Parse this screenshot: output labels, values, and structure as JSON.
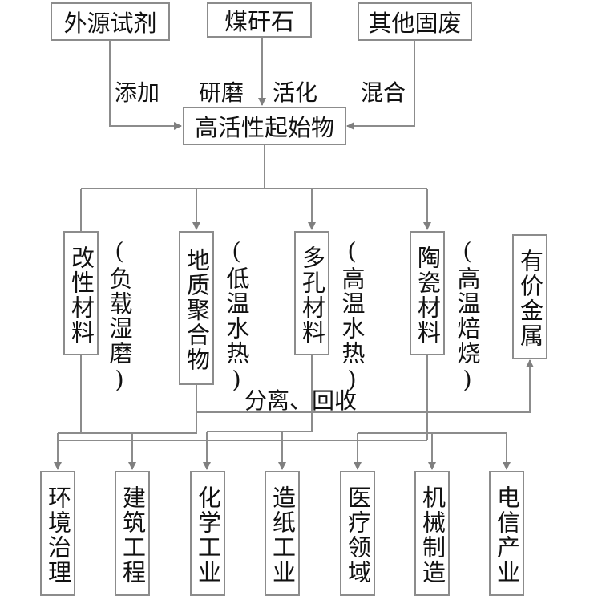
{
  "sources": [
    {
      "id": "reagent",
      "label": "外源试剂"
    },
    {
      "id": "coal_gangue",
      "label": "煤矸石"
    },
    {
      "id": "other_waste",
      "label": "其他固废"
    }
  ],
  "process_labels": {
    "add": "添加",
    "grind": "研磨",
    "activate": "活化",
    "mix": "混合"
  },
  "center": {
    "label": "高活性起始物"
  },
  "materials": [
    {
      "id": "modified",
      "label": "改性材料",
      "method": "(负载湿磨)"
    },
    {
      "id": "geopolymer",
      "label": "地质聚合物",
      "method": "(低温水热)"
    },
    {
      "id": "porous",
      "label": "多孔材料",
      "method": "(高温水热)"
    },
    {
      "id": "ceramic",
      "label": "陶瓷材料",
      "method": "(高温焙烧)"
    }
  ],
  "recovery": {
    "label": "有价金属",
    "process": "分离、回收"
  },
  "applications": [
    {
      "id": "env",
      "label": "环境治理"
    },
    {
      "id": "construction",
      "label": "建筑工程"
    },
    {
      "id": "chemical",
      "label": "化学工业"
    },
    {
      "id": "paper",
      "label": "造纸工业"
    },
    {
      "id": "medical",
      "label": "医疗领域"
    },
    {
      "id": "machinery",
      "label": "机械制造"
    },
    {
      "id": "telecom",
      "label": "电信产业"
    }
  ],
  "colors": {
    "line": "#8c8c8c",
    "text": "#111111"
  }
}
